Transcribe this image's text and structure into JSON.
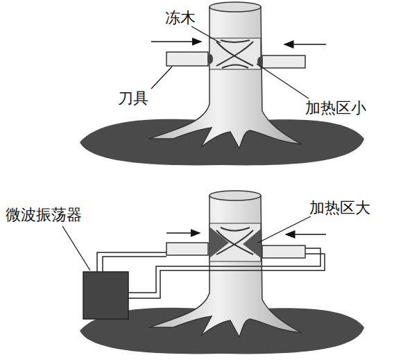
{
  "diagram": {
    "labels": [
      "冻木",
      "刀具",
      "加热区小",
      "微波振荡器",
      "加热区大"
    ]
  }
}
